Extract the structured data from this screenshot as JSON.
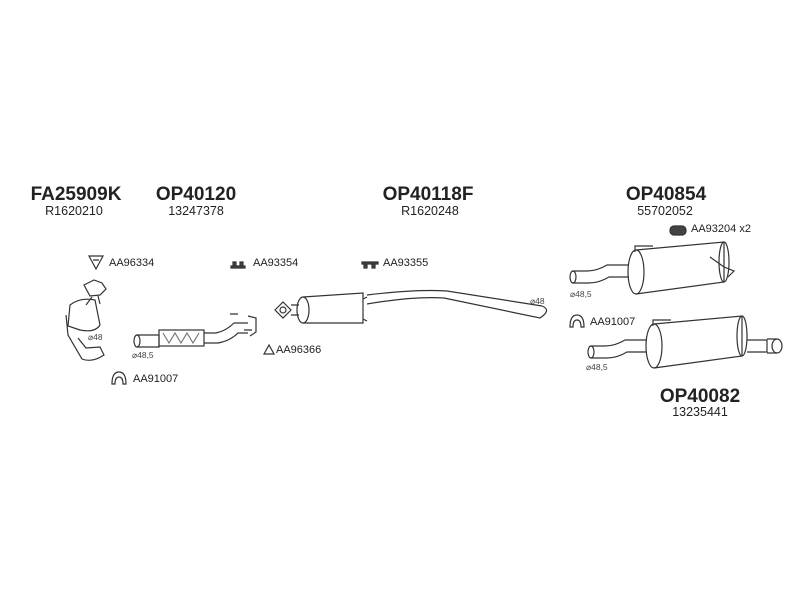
{
  "parts": [
    {
      "number": "FA25909K",
      "ref": "R1620210"
    },
    {
      "number": "OP40120",
      "ref": "13247378"
    },
    {
      "number": "OP40118F",
      "ref": "R1620248"
    },
    {
      "number": "OP40854",
      "ref": "55702052"
    },
    {
      "number": "OP40082",
      "ref": "13235441"
    }
  ],
  "accessories": {
    "gasket_1": "AA96334",
    "hanger_1": "AA93354",
    "hanger_2": "AA93355",
    "gasket_2": "AA96366",
    "clamp_1": "AA91007",
    "clamp_2": "AA91007",
    "rubber_mount": "AA93204 x2"
  },
  "diameters": {
    "cat_outlet": "⌀48",
    "front_pipe_inlet": "⌀48,5",
    "mid_pipe_outlet": "⌀48",
    "rear_1_inlet": "⌀48,5",
    "rear_2_inlet": "⌀48,5"
  }
}
